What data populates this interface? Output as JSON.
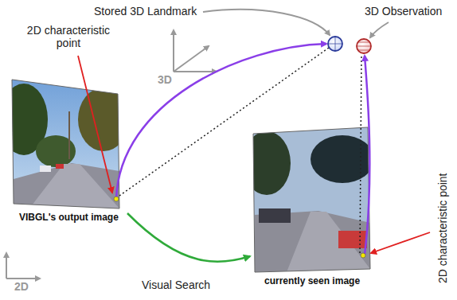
{
  "diagram": {
    "nodes": [
      {
        "text": [
          "VIBGL's output image"
        ]
      },
      {
        "text": [
          "currently seen image"
        ]
      }
    ],
    "edges": [
      {
        "from": 0,
        "to": 1,
        "arrow": "to"
      }
    ],
    "labels": [
      "Stored 3D Landmark",
      "3D Observation",
      "2D characteristic point",
      "3D",
      "2D characteristic point",
      "2D",
      "Visual Search"
    ]
  }
}
